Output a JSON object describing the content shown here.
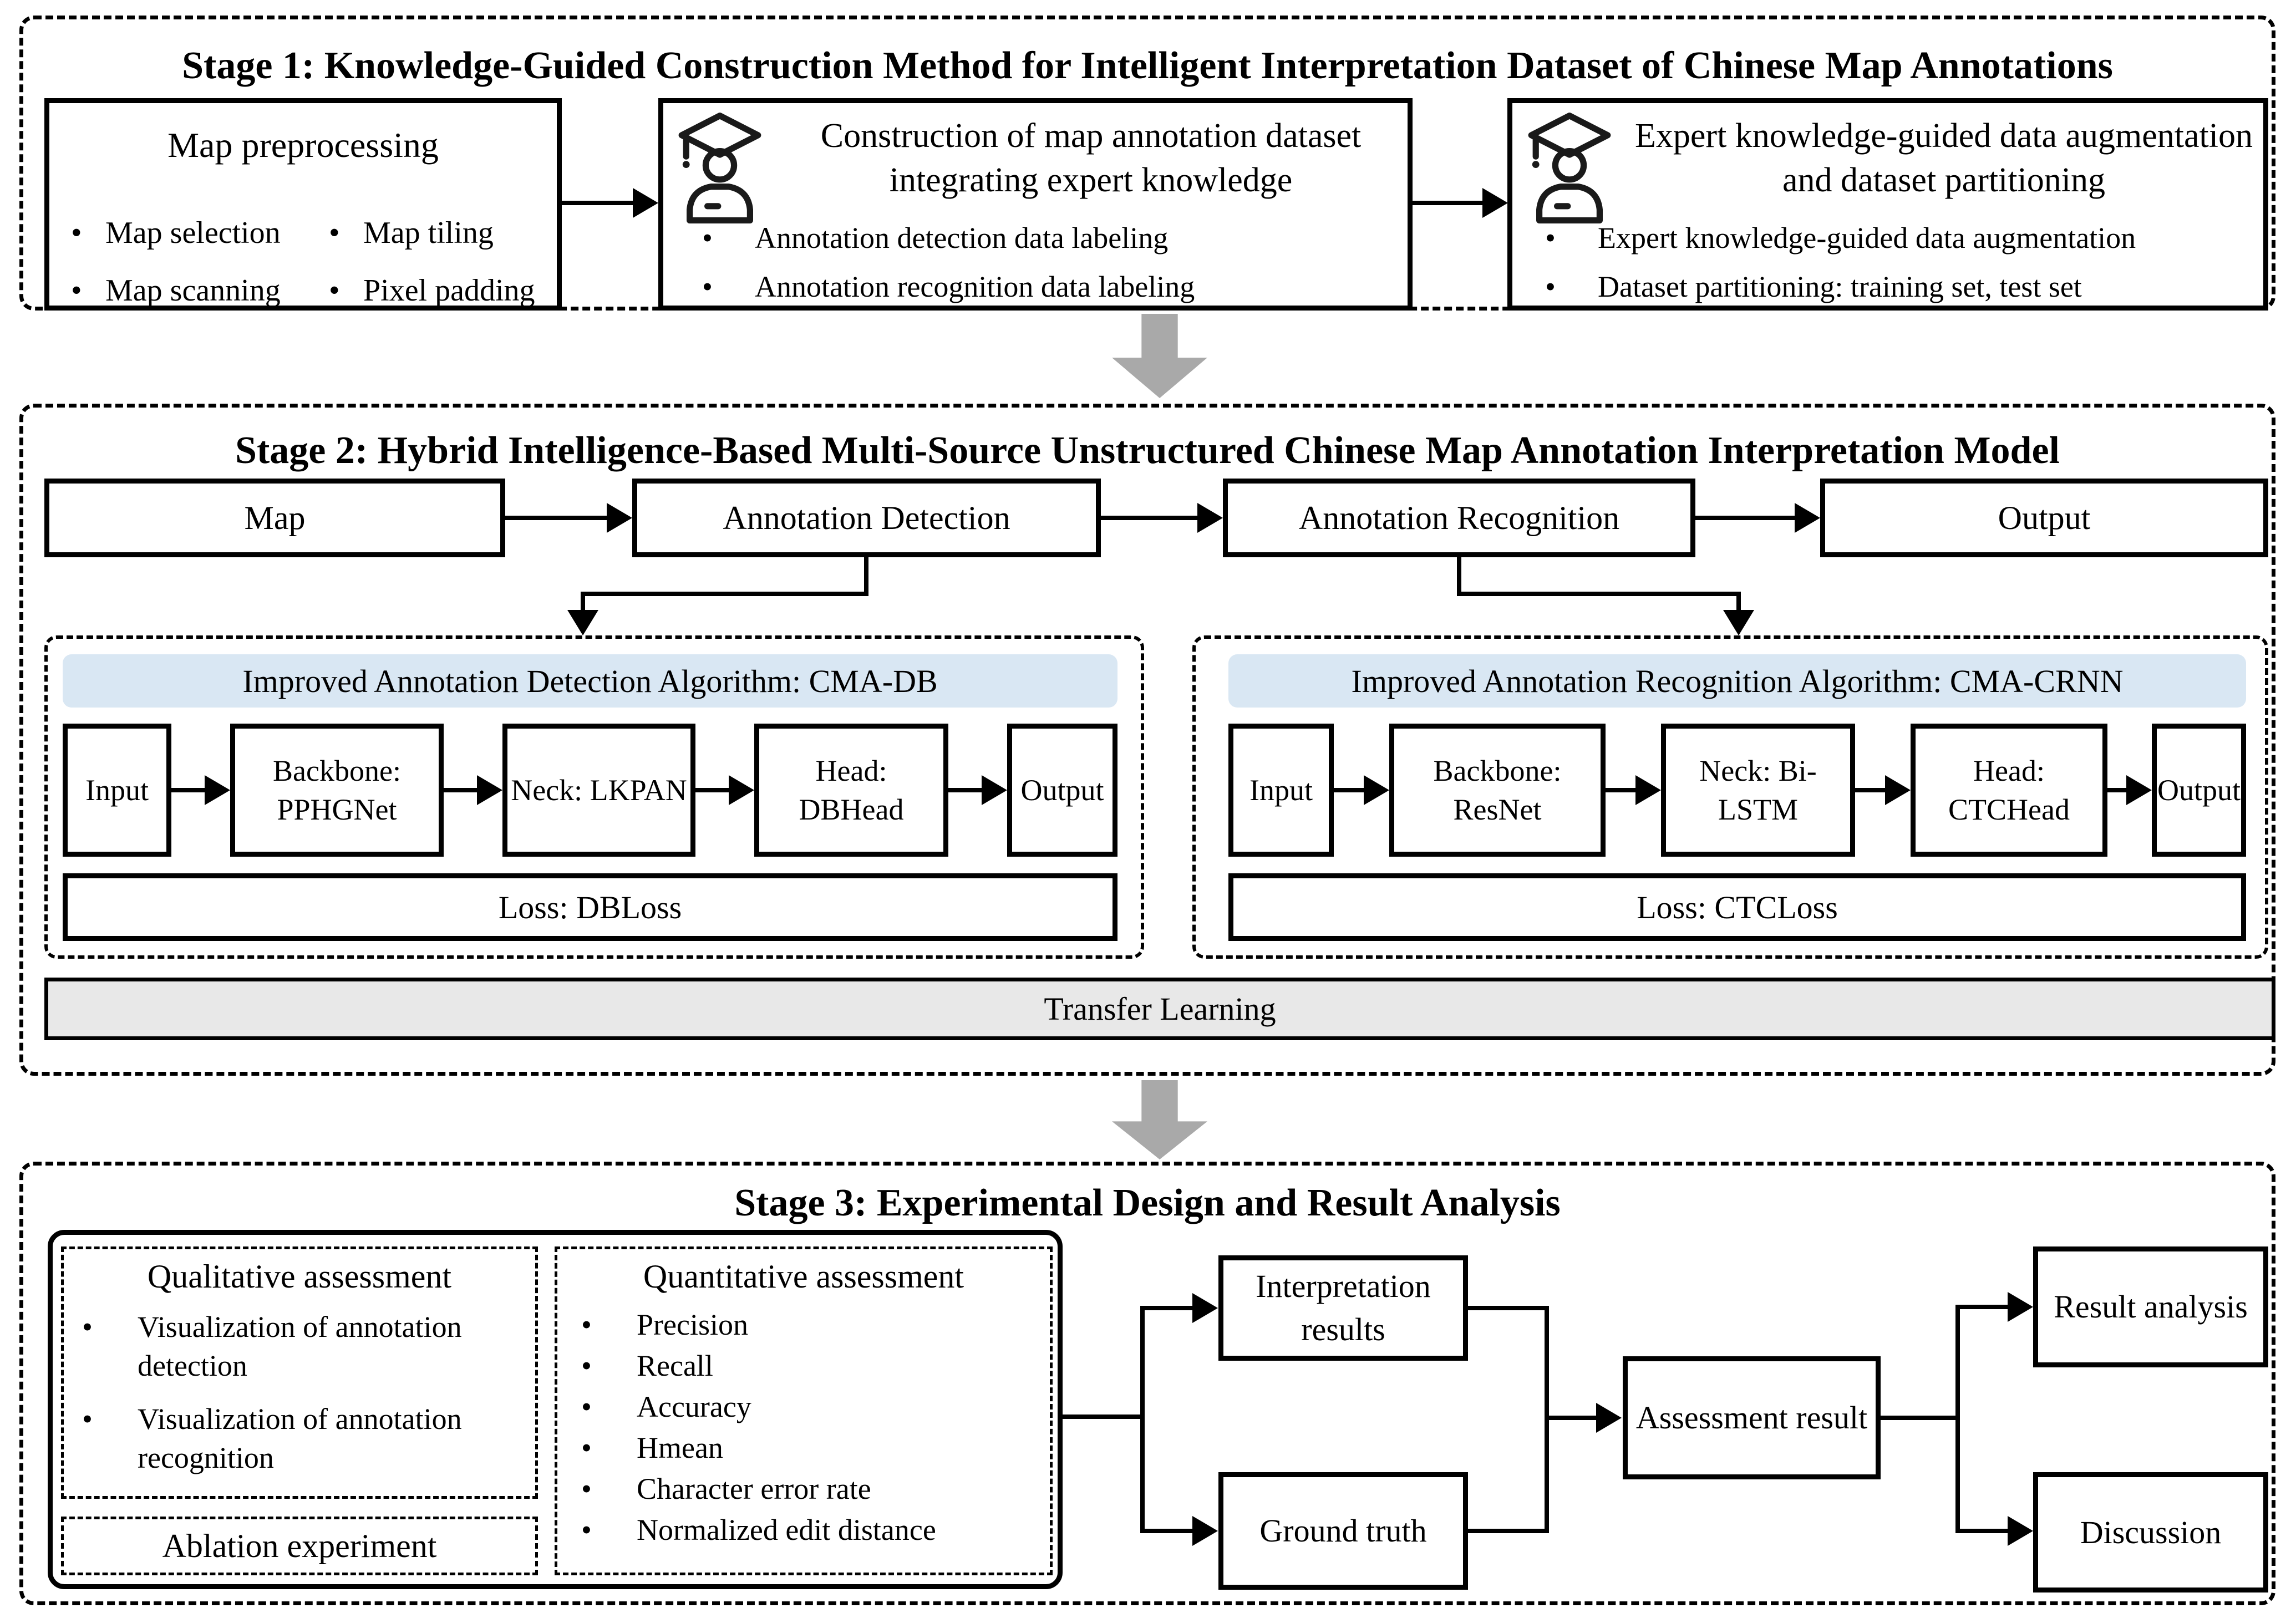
{
  "colors": {
    "header_blue": "#d9e7f3",
    "bar_gray": "#e8e8e8",
    "arrow_gray": "#a9a9a9"
  },
  "stage1": {
    "title": "Stage 1: Knowledge-Guided Construction Method for Intelligent Interpretation Dataset of Chinese Map Annotations",
    "map_preprocessing": {
      "title": "Map preprocessing",
      "bullets": [
        "Map selection",
        "Map tiling",
        "Map scanning",
        "Pixel padding"
      ]
    },
    "construction": {
      "title": "Construction of map annotation dataset integrating expert knowledge",
      "bullets": [
        "Annotation detection data labeling",
        "Annotation recognition data labeling"
      ]
    },
    "augmentation": {
      "title": "Expert knowledge-guided data augmentation and dataset partitioning",
      "bullets": [
        "Expert knowledge-guided data augmentation",
        "Dataset partitioning: training set, test set"
      ]
    }
  },
  "stage2": {
    "title": "Stage 2: Hybrid Intelligence-Based Multi-Source Unstructured Chinese Map Annotation Interpretation Model",
    "flow": [
      "Map",
      "Annotation Detection",
      "Annotation Recognition",
      "Output"
    ],
    "detection": {
      "header": "Improved Annotation Detection Algorithm: CMA-DB",
      "pipeline": [
        "Input",
        "Backbone: PPHGNet",
        "Neck: LKPAN",
        "Head: DBHead",
        "Output"
      ],
      "loss": "Loss: DBLoss"
    },
    "recognition": {
      "header": "Improved Annotation Recognition Algorithm: CMA-CRNN",
      "pipeline": [
        "Input",
        "Backbone: ResNet",
        "Neck: Bi-LSTM",
        "Head: CTCHead",
        "Output"
      ],
      "loss": "Loss: CTCLoss"
    },
    "transfer": "Transfer Learning"
  },
  "stage3": {
    "title": "Stage 3: Experimental Design and Result Analysis",
    "qualitative": {
      "title": "Qualitative assessment",
      "bullets": [
        "Visualization of annotation detection",
        "Visualization of annotation recognition"
      ]
    },
    "ablation": "Ablation experiment",
    "quantitative": {
      "title": "Quantitative assessment",
      "bullets": [
        "Precision",
        "Recall",
        "Accuracy",
        "Hmean",
        "Character error rate",
        "Normalized edit distance"
      ]
    },
    "interpretation_results": "Interpretation results",
    "ground_truth": "Ground truth",
    "assessment_result": "Assessment result",
    "result_analysis": "Result analysis",
    "discussion": "Discussion"
  }
}
